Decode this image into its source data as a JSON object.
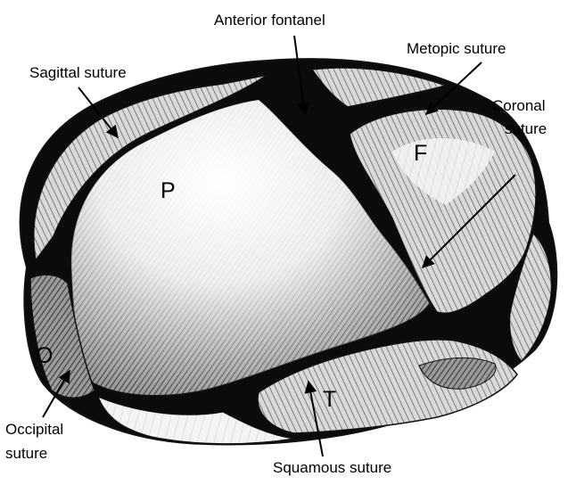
{
  "labels": {
    "anterior_fontanel": "Anterior fontanel",
    "metopic_suture": "Metopic suture",
    "sagittal_suture": "Sagittal suture",
    "coronal_suture_line1": "Coronal",
    "coronal_suture_line2": "suture",
    "occipital_suture_line1": "Occipital",
    "occipital_suture_line2": "suture",
    "squamous_suture": "Squamous suture"
  },
  "bone_letters": {
    "parietal": "P",
    "frontal": "F",
    "occipital": "O",
    "temporal": "T"
  },
  "colors": {
    "suture": "#0b0b0b",
    "bone_light": "#f6f6f6",
    "bone_mid": "#cfcfcf",
    "bone_dark": "#7a7a7a",
    "outline": "#111111"
  }
}
